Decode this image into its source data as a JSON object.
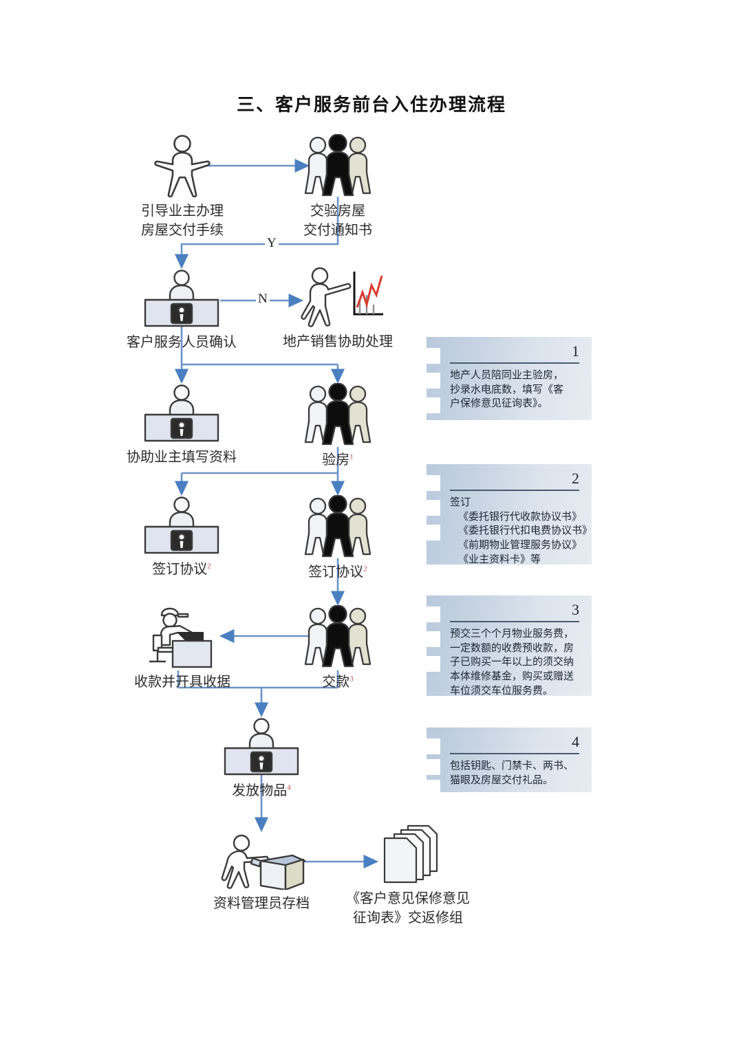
{
  "document": {
    "title": "三、客户服务前台入住办理流程"
  },
  "flow": {
    "nodes": [
      {
        "id": "guide-owner",
        "icon": "single-person-icon",
        "label": "引导业主办理",
        "label2": "房屋交付手续",
        "sup": ""
      },
      {
        "id": "deliver-notice",
        "icon": "three-people-group-icon",
        "label": "交验房屋",
        "label2": "交付通知书",
        "sup": ""
      },
      {
        "id": "cs-confirm",
        "icon": "service-desk-icon",
        "label": "客户服务人员确认",
        "label2": "",
        "sup": ""
      },
      {
        "id": "sales-assist",
        "icon": "sales-chart-person-icon",
        "label": "地产销售协助处理",
        "label2": "",
        "sup": ""
      },
      {
        "id": "assist-fill-form",
        "icon": "service-desk-icon",
        "label": "协助业主填写资料",
        "label2": "",
        "sup": ""
      },
      {
        "id": "inspect-house",
        "icon": "three-people-group-icon",
        "label": "验房",
        "label2": "",
        "sup": "1"
      },
      {
        "id": "sign-agreement-staff",
        "icon": "service-desk-icon",
        "label": "签订协议",
        "label2": "",
        "sup": "2"
      },
      {
        "id": "sign-agreement-owner",
        "icon": "three-people-group-icon",
        "label": "签订协议",
        "label2": "",
        "sup": "2"
      },
      {
        "id": "collect-payment",
        "icon": "cashier-desk-icon",
        "label": "收款并开具收据",
        "label2": "",
        "sup": ""
      },
      {
        "id": "pay-fee",
        "icon": "three-people-group-icon",
        "label": "交款",
        "label2": "",
        "sup": "3"
      },
      {
        "id": "issue-items",
        "icon": "service-desk-icon",
        "label": "发放物品",
        "label2": "",
        "sup": "4"
      },
      {
        "id": "archive-records",
        "icon": "archive-box-person-icon",
        "label": "资料管理员存档",
        "label2": "",
        "sup": ""
      },
      {
        "id": "feedback-form",
        "icon": "document-stack-icon",
        "label": "《客户意见保修意见",
        "label2": "征询表》交返修组",
        "sup": ""
      }
    ],
    "branch_labels": {
      "yes": "Y",
      "no": "N"
    }
  },
  "notes": [
    {
      "number": "1",
      "lines": [
        "地产人员陪同业主验房，",
        "抄录水电底数，填写《客",
        "户保修意见征询表》。"
      ]
    },
    {
      "number": "2",
      "lines": [
        "签订",
        "《委托银行代收款协议书》",
        "《委托银行代扣电费协议书》",
        "《前期物业管理服务协议》",
        "《业主资料卡》等"
      ]
    },
    {
      "number": "3",
      "lines": [
        "预交三个个月物业服务费，",
        "一定数额的收费预收款，房",
        "子已购买一年以上的须交纳",
        "本体维修基金，购买或赠送",
        "车位须交车位服务费。"
      ]
    },
    {
      "number": "4",
      "lines": [
        "包括钥匙、门禁卡、两书、",
        "猫眼及房屋交付礼品。"
      ]
    }
  ],
  "colors": {
    "connector": "#5b8ac4",
    "note_accent": "#4a5a70",
    "superscript": "#c04a4a",
    "chart_red": "#d83a2e"
  }
}
